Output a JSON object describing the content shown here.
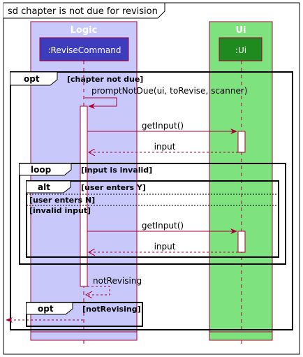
{
  "frame": {
    "title": "sd chapter is not due for revision"
  },
  "colors": {
    "accent": "#a80036",
    "logic_box": "#c8c8fa",
    "logic_participant": "#3c3cbc",
    "ui_box": "#7ee27e",
    "ui_participant": "#1f8a1f",
    "activation_fill": "#ffffff"
  },
  "boxes": {
    "logic": {
      "label": "Logic"
    },
    "ui": {
      "label": "Ui"
    }
  },
  "participants": {
    "revise_command": ":ReviseCommand",
    "ui": ":Ui"
  },
  "fragments": {
    "opt_outer": {
      "keyword": "opt",
      "guard": "[chapter not due]"
    },
    "loop": {
      "keyword": "loop",
      "guard": "[input is invalid]"
    },
    "alt": {
      "keyword": "alt",
      "guard": "[user enters Y]",
      "else1": "[user enters N]",
      "else2": "[invalid input]"
    },
    "opt_inner": {
      "keyword": "opt",
      "guard": "[notRevising]"
    }
  },
  "messages": {
    "self_call": "promptNotDue(ui, toRevise, scanner)",
    "get_input_1": "getInput()",
    "return_input_1": "input",
    "get_input_2": "getInput()",
    "return_input_2": "input",
    "return_not_revising": "notRevising"
  }
}
